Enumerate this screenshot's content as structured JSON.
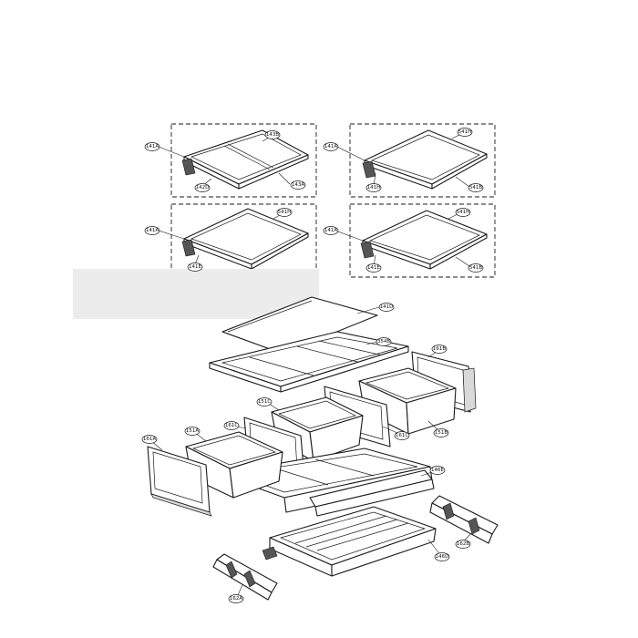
{
  "callouts": {
    "box1": [
      "141A",
      "143B",
      "142D",
      "143A"
    ],
    "box2": [
      "141A",
      "541H",
      "141H",
      "541B"
    ],
    "box3": [
      "141A",
      "541H",
      "141E"
    ],
    "box4": [
      "141A",
      "541H",
      "141E",
      "541B"
    ],
    "main": [
      "141D",
      "354B",
      "161B",
      "151C",
      "161C",
      "161C",
      "151B",
      "161A",
      "151A",
      "146E",
      "162B",
      "146D",
      "162A"
    ]
  },
  "colors": {
    "line": "#1a1a1a",
    "background": "#ffffff",
    "redaction": "#ececec"
  }
}
